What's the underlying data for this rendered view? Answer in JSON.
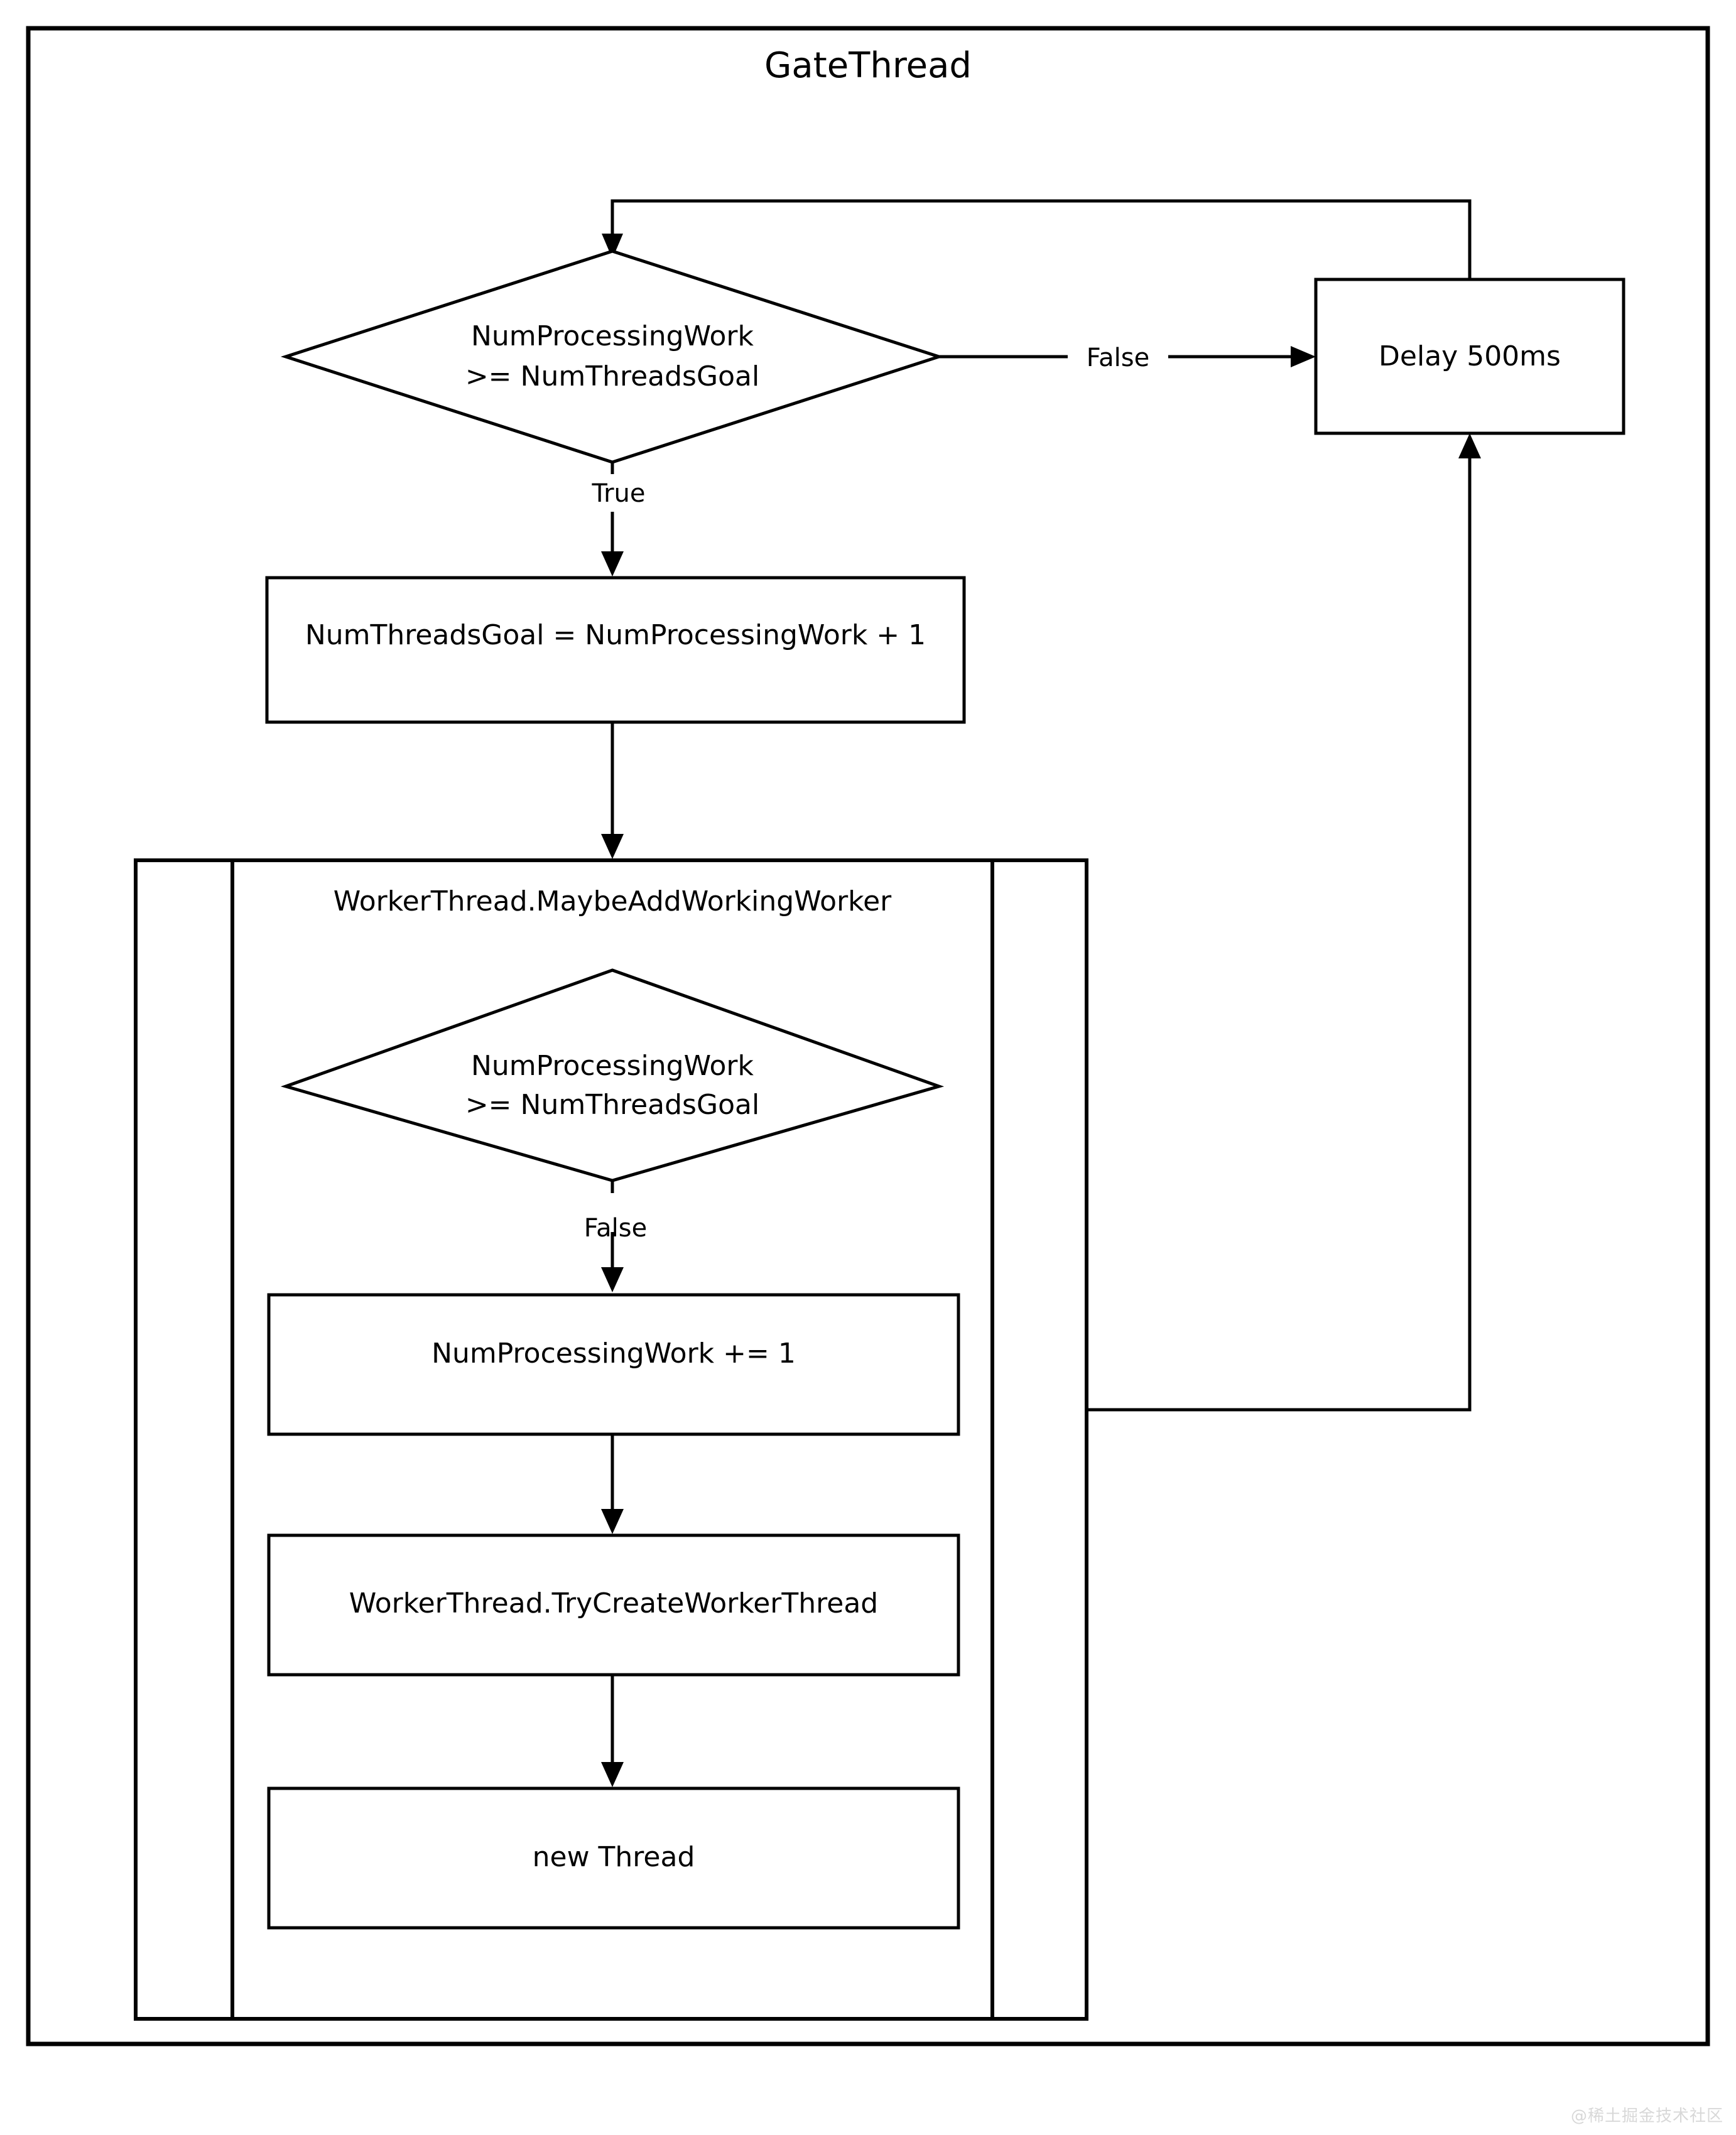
{
  "diagram": {
    "title": "GateThread",
    "watermark": "@稀土掘金技术社区",
    "colors": {
      "stroke": "#000000",
      "background": "#ffffff",
      "watermark": "#d8d8d8"
    },
    "subgraph": {
      "title": "WorkerThread.MaybeAddWorkingWorker"
    },
    "nodes": {
      "gate_decision_line1": "NumProcessingWork",
      "gate_decision_line2": ">= NumThreadsGoal",
      "delay": "Delay 500ms",
      "set_threads_goal": "NumThreadsGoal = NumProcessingWork + 1",
      "inner_decision_line1": "NumProcessingWork",
      "inner_decision_line2": ">= NumThreadsGoal",
      "increment_processing": "NumProcessingWork  += 1",
      "try_create": "WorkerThread.TryCreateWorkerThread",
      "new_thread": "new Thread"
    },
    "edge_labels": {
      "gate_false": "False",
      "gate_true": "True",
      "inner_false": "False"
    }
  }
}
